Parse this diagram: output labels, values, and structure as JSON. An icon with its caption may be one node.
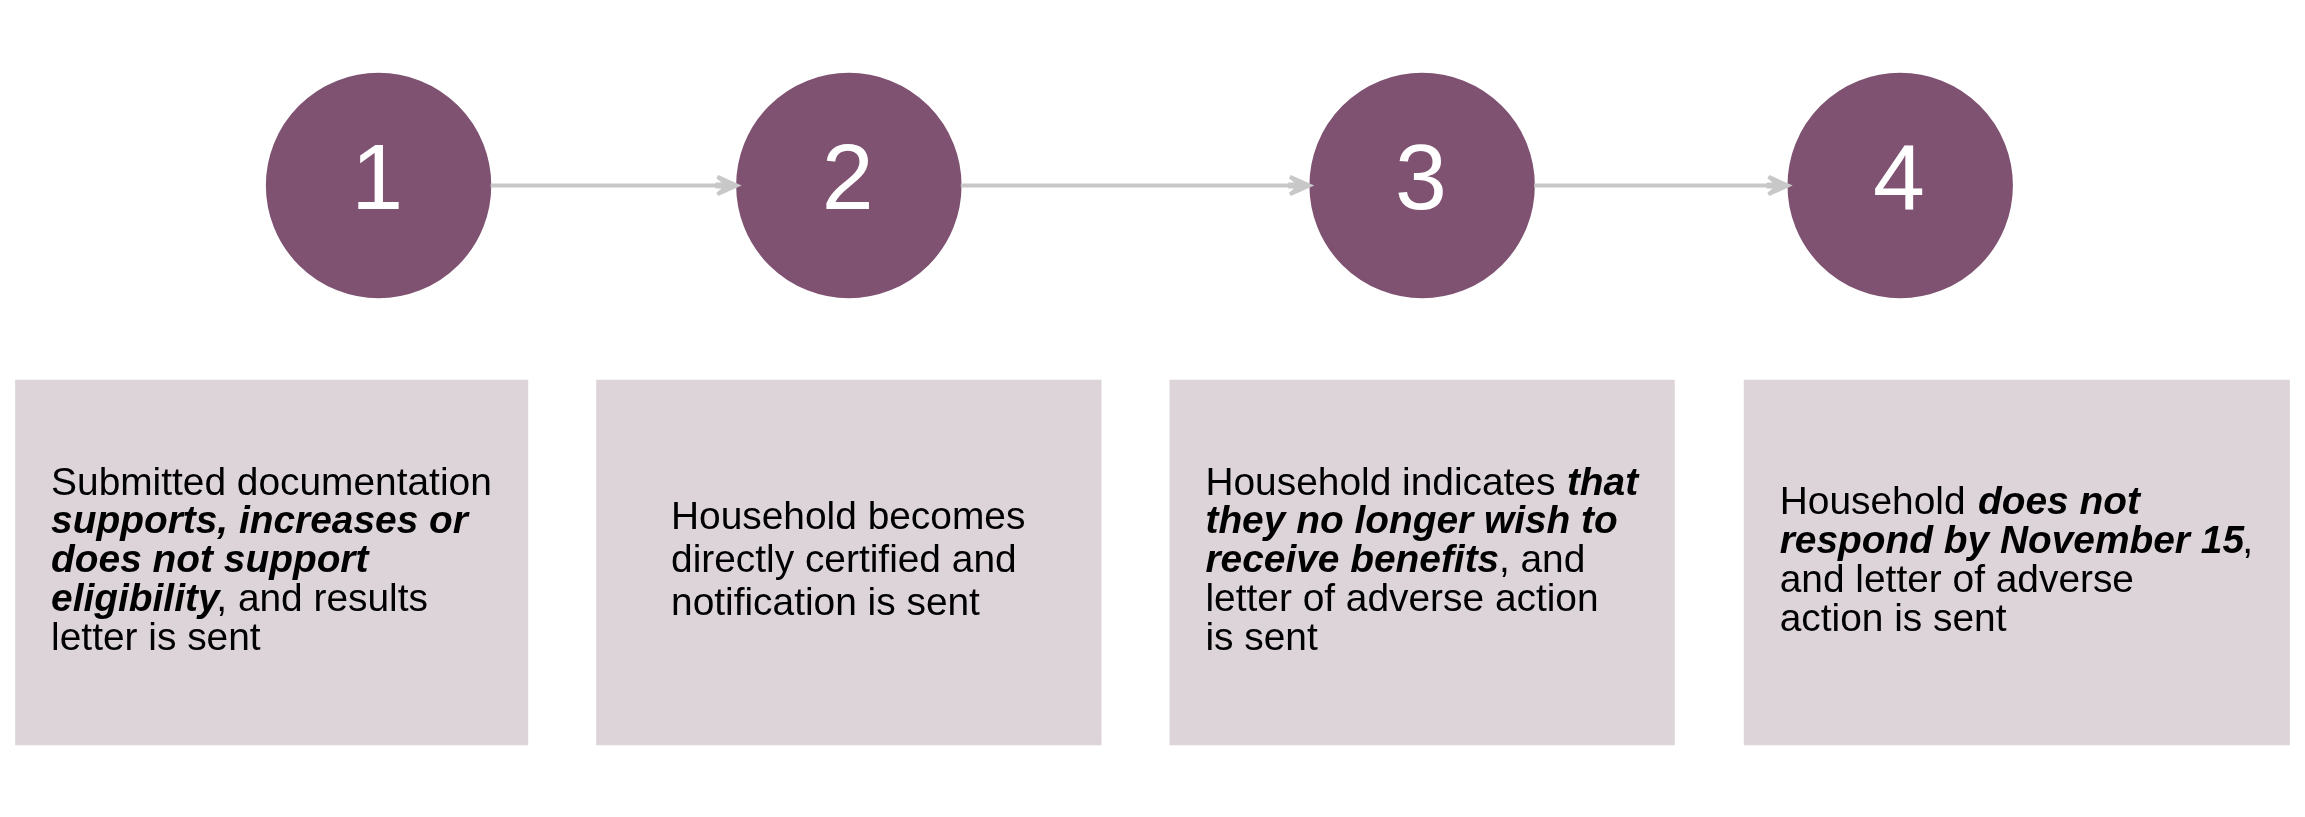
{
  "diagram": {
    "nodes": [
      {
        "text": [
          "1"
        ]
      },
      {
        "text": [
          "2"
        ]
      },
      {
        "text": [
          "3"
        ]
      },
      {
        "text": [
          "4"
        ]
      },
      {
        "text": [
          "Submitted documentation **supports, increases or does not support eligibility**, and results letter is sent"
        ]
      },
      {
        "text": [
          "Household becomes directly certified and notification is sent"
        ]
      },
      {
        "text": [
          "Household indicates **that they no longer wish to receive benefits**, and letter of adverse action is sent"
        ]
      },
      {
        "text": [
          "Household **does not respond by November 15**, and letter of adverse action is sent"
        ]
      }
    ],
    "edges": [
      {
        "from": 0,
        "to": 1,
        "arrow": "to"
      },
      {
        "from": 1,
        "to": 2,
        "arrow": "to"
      },
      {
        "from": 2,
        "to": 3,
        "arrow": "to"
      }
    ]
  }
}
